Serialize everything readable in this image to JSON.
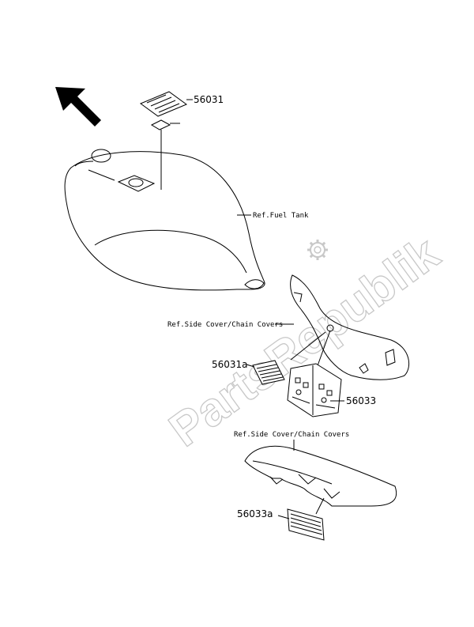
{
  "watermark": {
    "text": "PartsRepublik"
  },
  "parts": {
    "label_56031": "56031",
    "label_56031a": "56031a",
    "label_56033": "56033",
    "label_56033a": "56033a"
  },
  "references": {
    "fuel_tank": "Ref.Fuel Tank",
    "side_cover_1": "Ref.Side Cover/Chain Covers",
    "side_cover_2": "Ref.Side Cover/Chain Covers"
  },
  "icons": {
    "direction": "arrow-up-left-icon",
    "watermark_logo": "gear-icon"
  }
}
